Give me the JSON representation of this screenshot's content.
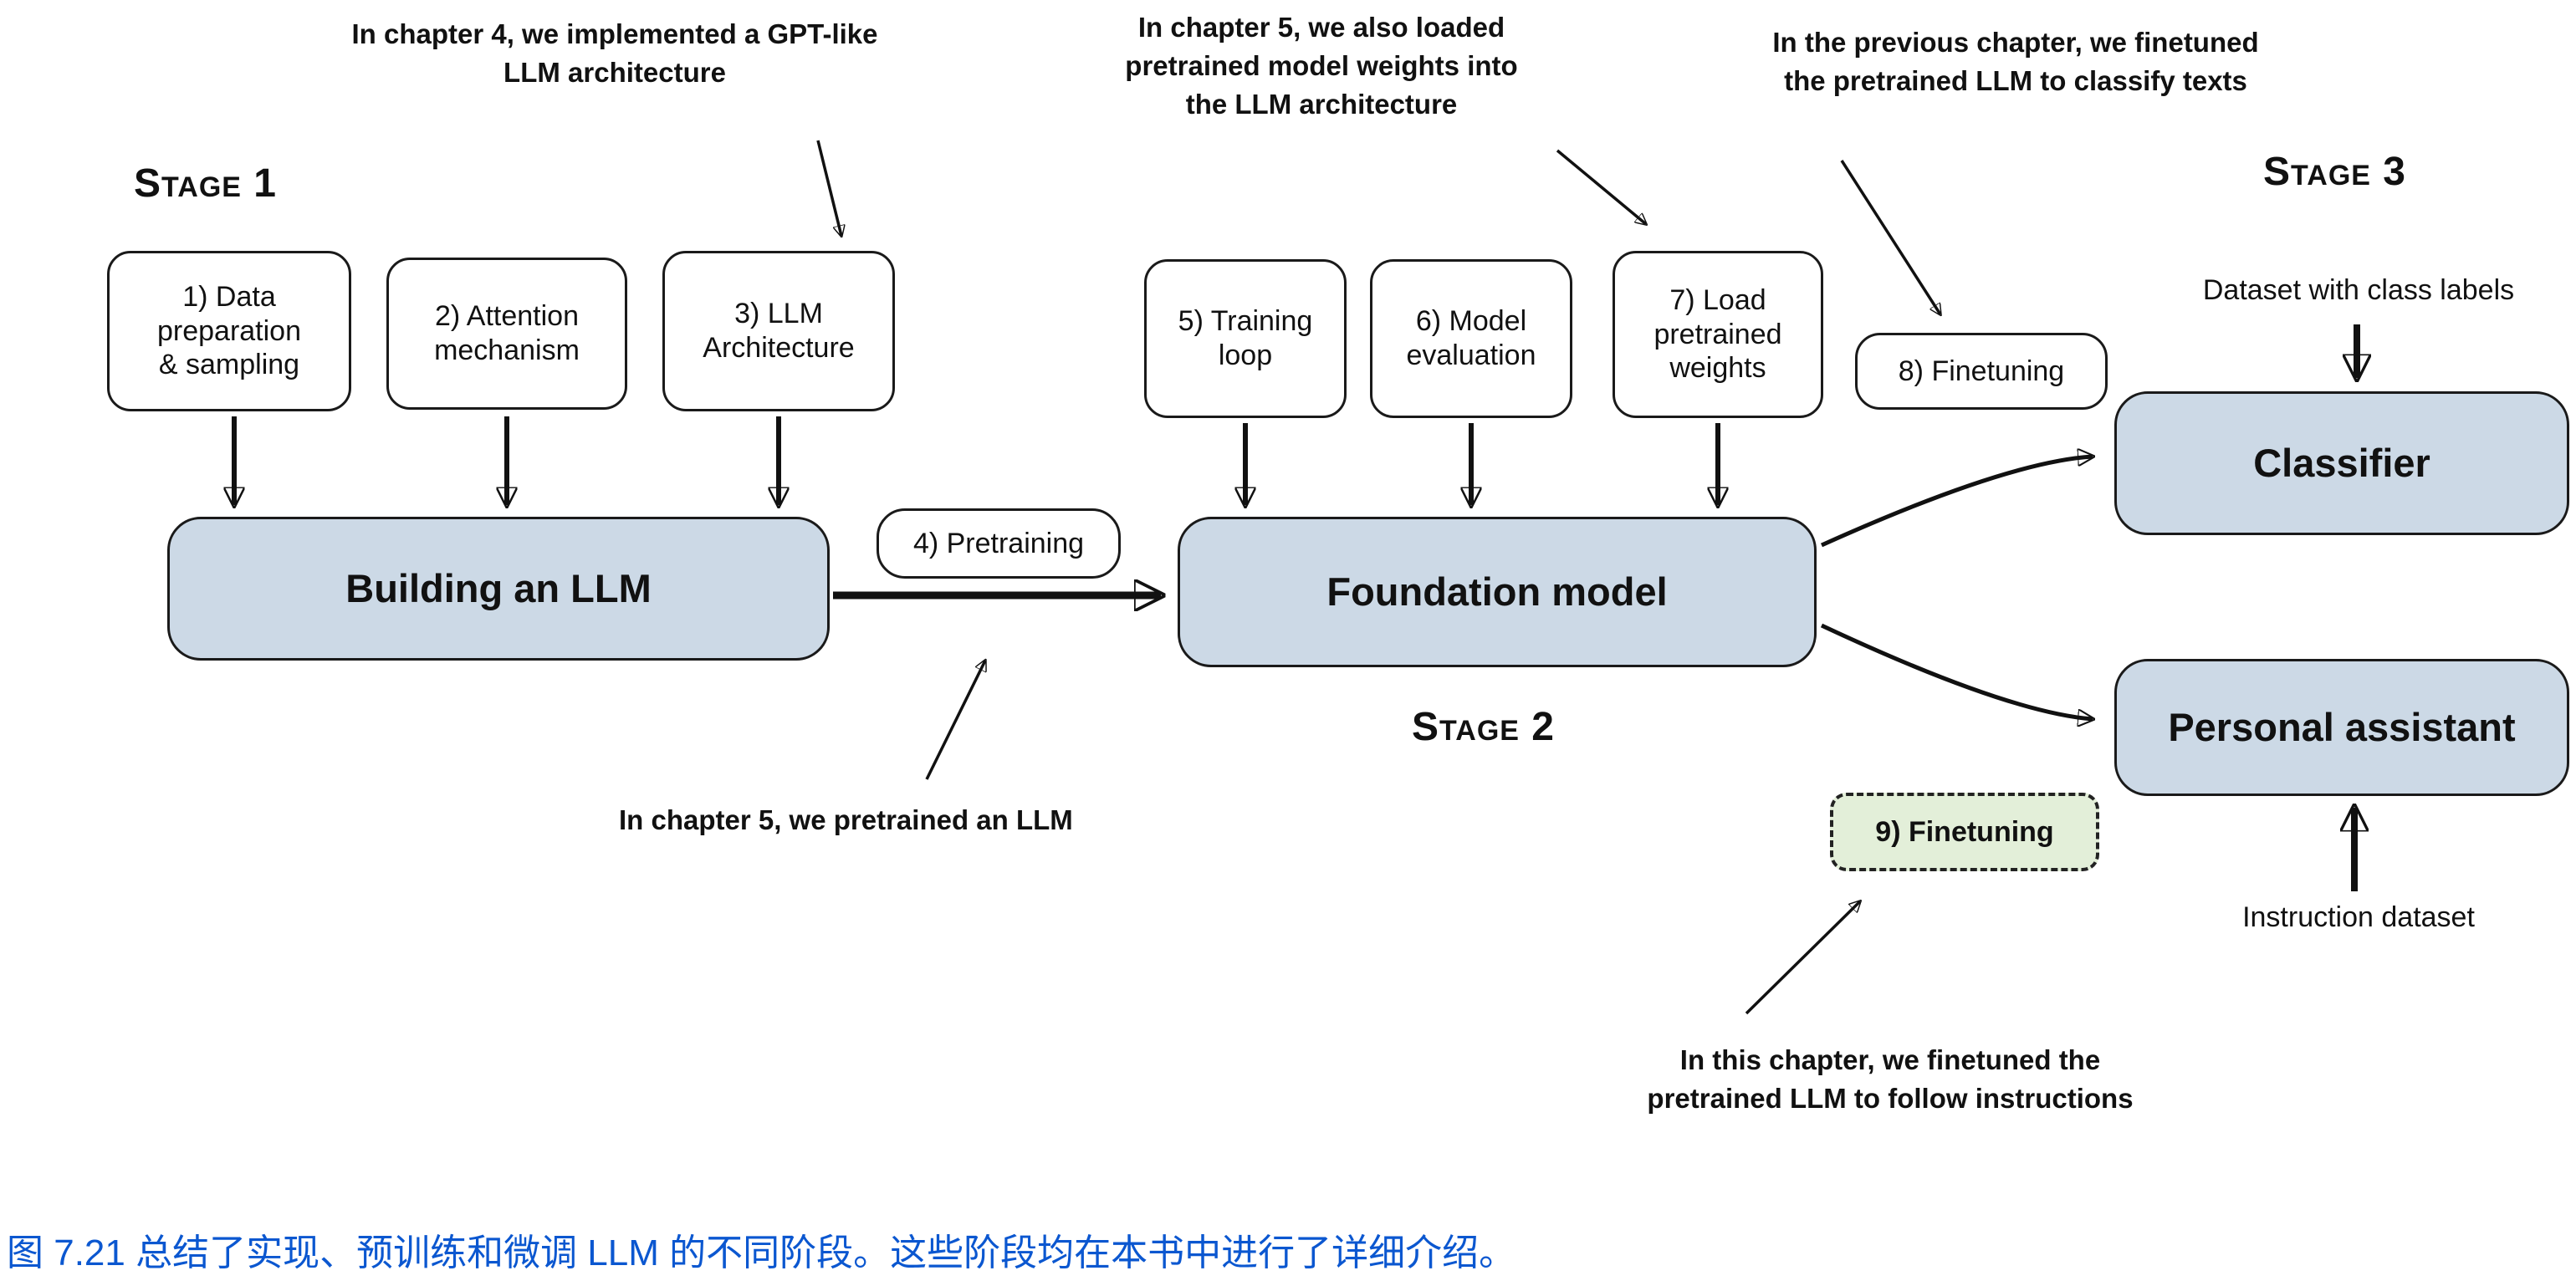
{
  "stage_labels": {
    "s1": "Stage 1",
    "s2": "Stage 2",
    "s3": "Stage 3"
  },
  "boxes": {
    "data_prep": "1) Data\npreparation\n& sampling",
    "attention": "2) Attention\nmechanism",
    "llm_arch": "3) LLM\nArchitecture",
    "building_llm": "Building an LLM",
    "pretraining": "4) Pretraining",
    "training_loop": "5) Training\nloop",
    "model_eval": "6) Model\nevaluation",
    "load_weights": "7) Load\npretrained\nweights",
    "finetuning_8": "8) Finetuning",
    "foundation_model": "Foundation model",
    "classifier": "Classifier",
    "personal_assistant": "Personal assistant",
    "finetuning_9": "9) Finetuning"
  },
  "side_labels": {
    "dataset_class": "Dataset with class labels",
    "instruction_dataset": "Instruction dataset"
  },
  "annotations": {
    "ch4": "In chapter 4, we implemented a GPT-like\nLLM architecture",
    "ch5_weights": "In chapter 5, we also loaded\npretrained model weights into\nthe LLM architecture",
    "prev_chapter": "In the previous chapter, we finetuned\nthe pretrained LLM to classify texts",
    "ch5_pretrain": "In chapter 5, we pretrained an LLM",
    "this_chapter": "In this chapter, we finetuned the\npretrained LLM to follow instructions"
  },
  "caption": "图 7.21 总结了实现、预训练和微调 LLM 的不同阶段。这些阶段均在本书中进行了详细介绍。",
  "colors": {
    "box_fill": "#ccd9e6",
    "finetune_fill": "#e3efd9",
    "caption_blue": "#0b57d0"
  }
}
